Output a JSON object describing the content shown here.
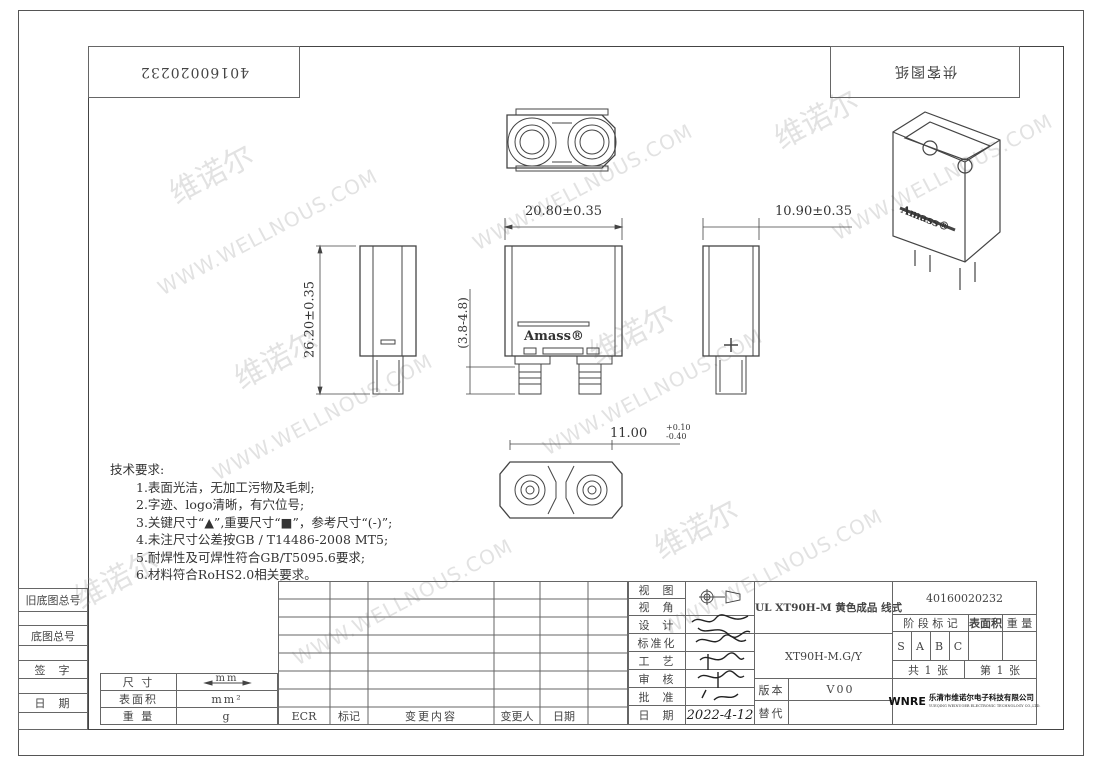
{
  "corner_labels": {
    "drawing_number_mirrored": "40160020232",
    "customer_drawing": "供客图纸"
  },
  "dimensions": {
    "width": "20.80±0.35",
    "depth": "10.90±0.35",
    "height": "26.20±0.35",
    "pin_length_ref": "(3.8-4.8)",
    "pitch": "11.00",
    "pitch_tol_upper": "+0.10",
    "pitch_tol_lower": "-0.40"
  },
  "part_markings": {
    "brand": "Amass®",
    "polarity": "+"
  },
  "tech_requirements": {
    "title": "技术要求:",
    "items": [
      "1.表面光洁，无加工污物及毛刺;",
      "2.字迹、logo清晰，有穴位号;",
      "3.关键尺寸“▲”,重要尺寸“■”，参考尺寸“(-)”;",
      "4.未注尺寸公差按GB / T14486-2008 MT5;",
      "5.耐焊性及可焊性符合GB/T5095.6要求;",
      "6.材料符合RoHS2.0相关要求。"
    ]
  },
  "left_strip": {
    "old_base_number": "旧底图总号",
    "base_number": "底图总号",
    "signature": "签  字",
    "date": "日  期"
  },
  "units_table": [
    {
      "label": "尺 寸",
      "unit": "mm"
    },
    {
      "label": "表面积",
      "unit": "mm²"
    },
    {
      "label": "重 量",
      "unit": "g"
    }
  ],
  "change_table": {
    "headers": [
      "ECR",
      "标记",
      "变更内容",
      "变更人",
      "日期"
    ]
  },
  "approval": {
    "rows": [
      {
        "label": "视  图",
        "value": ""
      },
      {
        "label": "视  角",
        "value": ""
      },
      {
        "label": "设  计",
        "value": "签名"
      },
      {
        "label": "标准化",
        "value": "签名"
      },
      {
        "label": "工  艺",
        "value": "签名"
      },
      {
        "label": "审  核",
        "value": "签名"
      },
      {
        "label": "批  准",
        "value": "签名"
      },
      {
        "label": "日  期",
        "value": "2022-4-12"
      }
    ]
  },
  "title_block": {
    "product_name": "UL XT90H-M 黄色成品 线式",
    "model": "XT90H-M.G/Y",
    "version_label": "版本",
    "version": "V00",
    "replace_label": "替代",
    "drawing_number": "40160020232",
    "stage_mark_label": "阶 段 标 记",
    "surface_area_label": "表面积",
    "weight_label": "重 量",
    "stages": [
      "S",
      "A",
      "B",
      "C"
    ],
    "total_sheets": "共 1 张",
    "sheet_no": "第 1 张",
    "company_logo": "WNRE",
    "company_name": "乐清市维诺尔电子科技有限公司",
    "company_name_en": "YUEQING WEINUOER ELECTRONIC TECHNOLOGY CO.,LTD."
  },
  "watermark": {
    "cn": "维诺尔",
    "en": "WWW.WELLNOUS.COM"
  }
}
